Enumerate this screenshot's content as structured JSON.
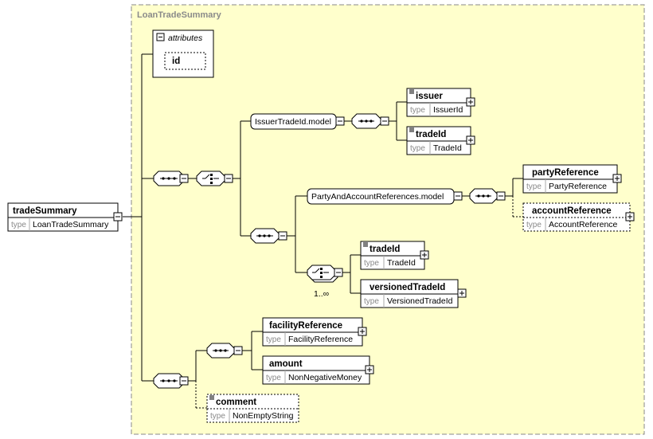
{
  "group": {
    "title": "LoanTradeSummary",
    "attributes_label": "attributes",
    "attribute_id": "id"
  },
  "root": {
    "name": "tradeSummary",
    "type_label": "type",
    "type": "LoanTradeSummary"
  },
  "models": {
    "issuer_tradeid": "IssuerTradeId.model",
    "party_account": "PartyAndAccountReferences.model"
  },
  "elements": {
    "issuer": {
      "name": "issuer",
      "type": "IssuerId"
    },
    "tradeid1": {
      "name": "tradeId",
      "type": "TradeId"
    },
    "party_reference": {
      "name": "partyReference",
      "type": "PartyReference"
    },
    "account_reference": {
      "name": "accountReference",
      "type": "AccountReference"
    },
    "tradeid2": {
      "name": "tradeId",
      "type": "TradeId"
    },
    "versioned_tradeid": {
      "name": "versionedTradeId",
      "type": "VersionedTradeId"
    },
    "facility_reference": {
      "name": "facilityReference",
      "type": "FacilityReference"
    },
    "amount": {
      "name": "amount",
      "type": "NonNegativeMoney"
    },
    "comment": {
      "name": "comment",
      "type": "NonEmptyString"
    }
  },
  "cardinality": "1..∞",
  "colors": {
    "group_bg": "#ffffcc",
    "box_bg": "#ffffff",
    "line": "#000000",
    "dash_border": "#888888"
  }
}
